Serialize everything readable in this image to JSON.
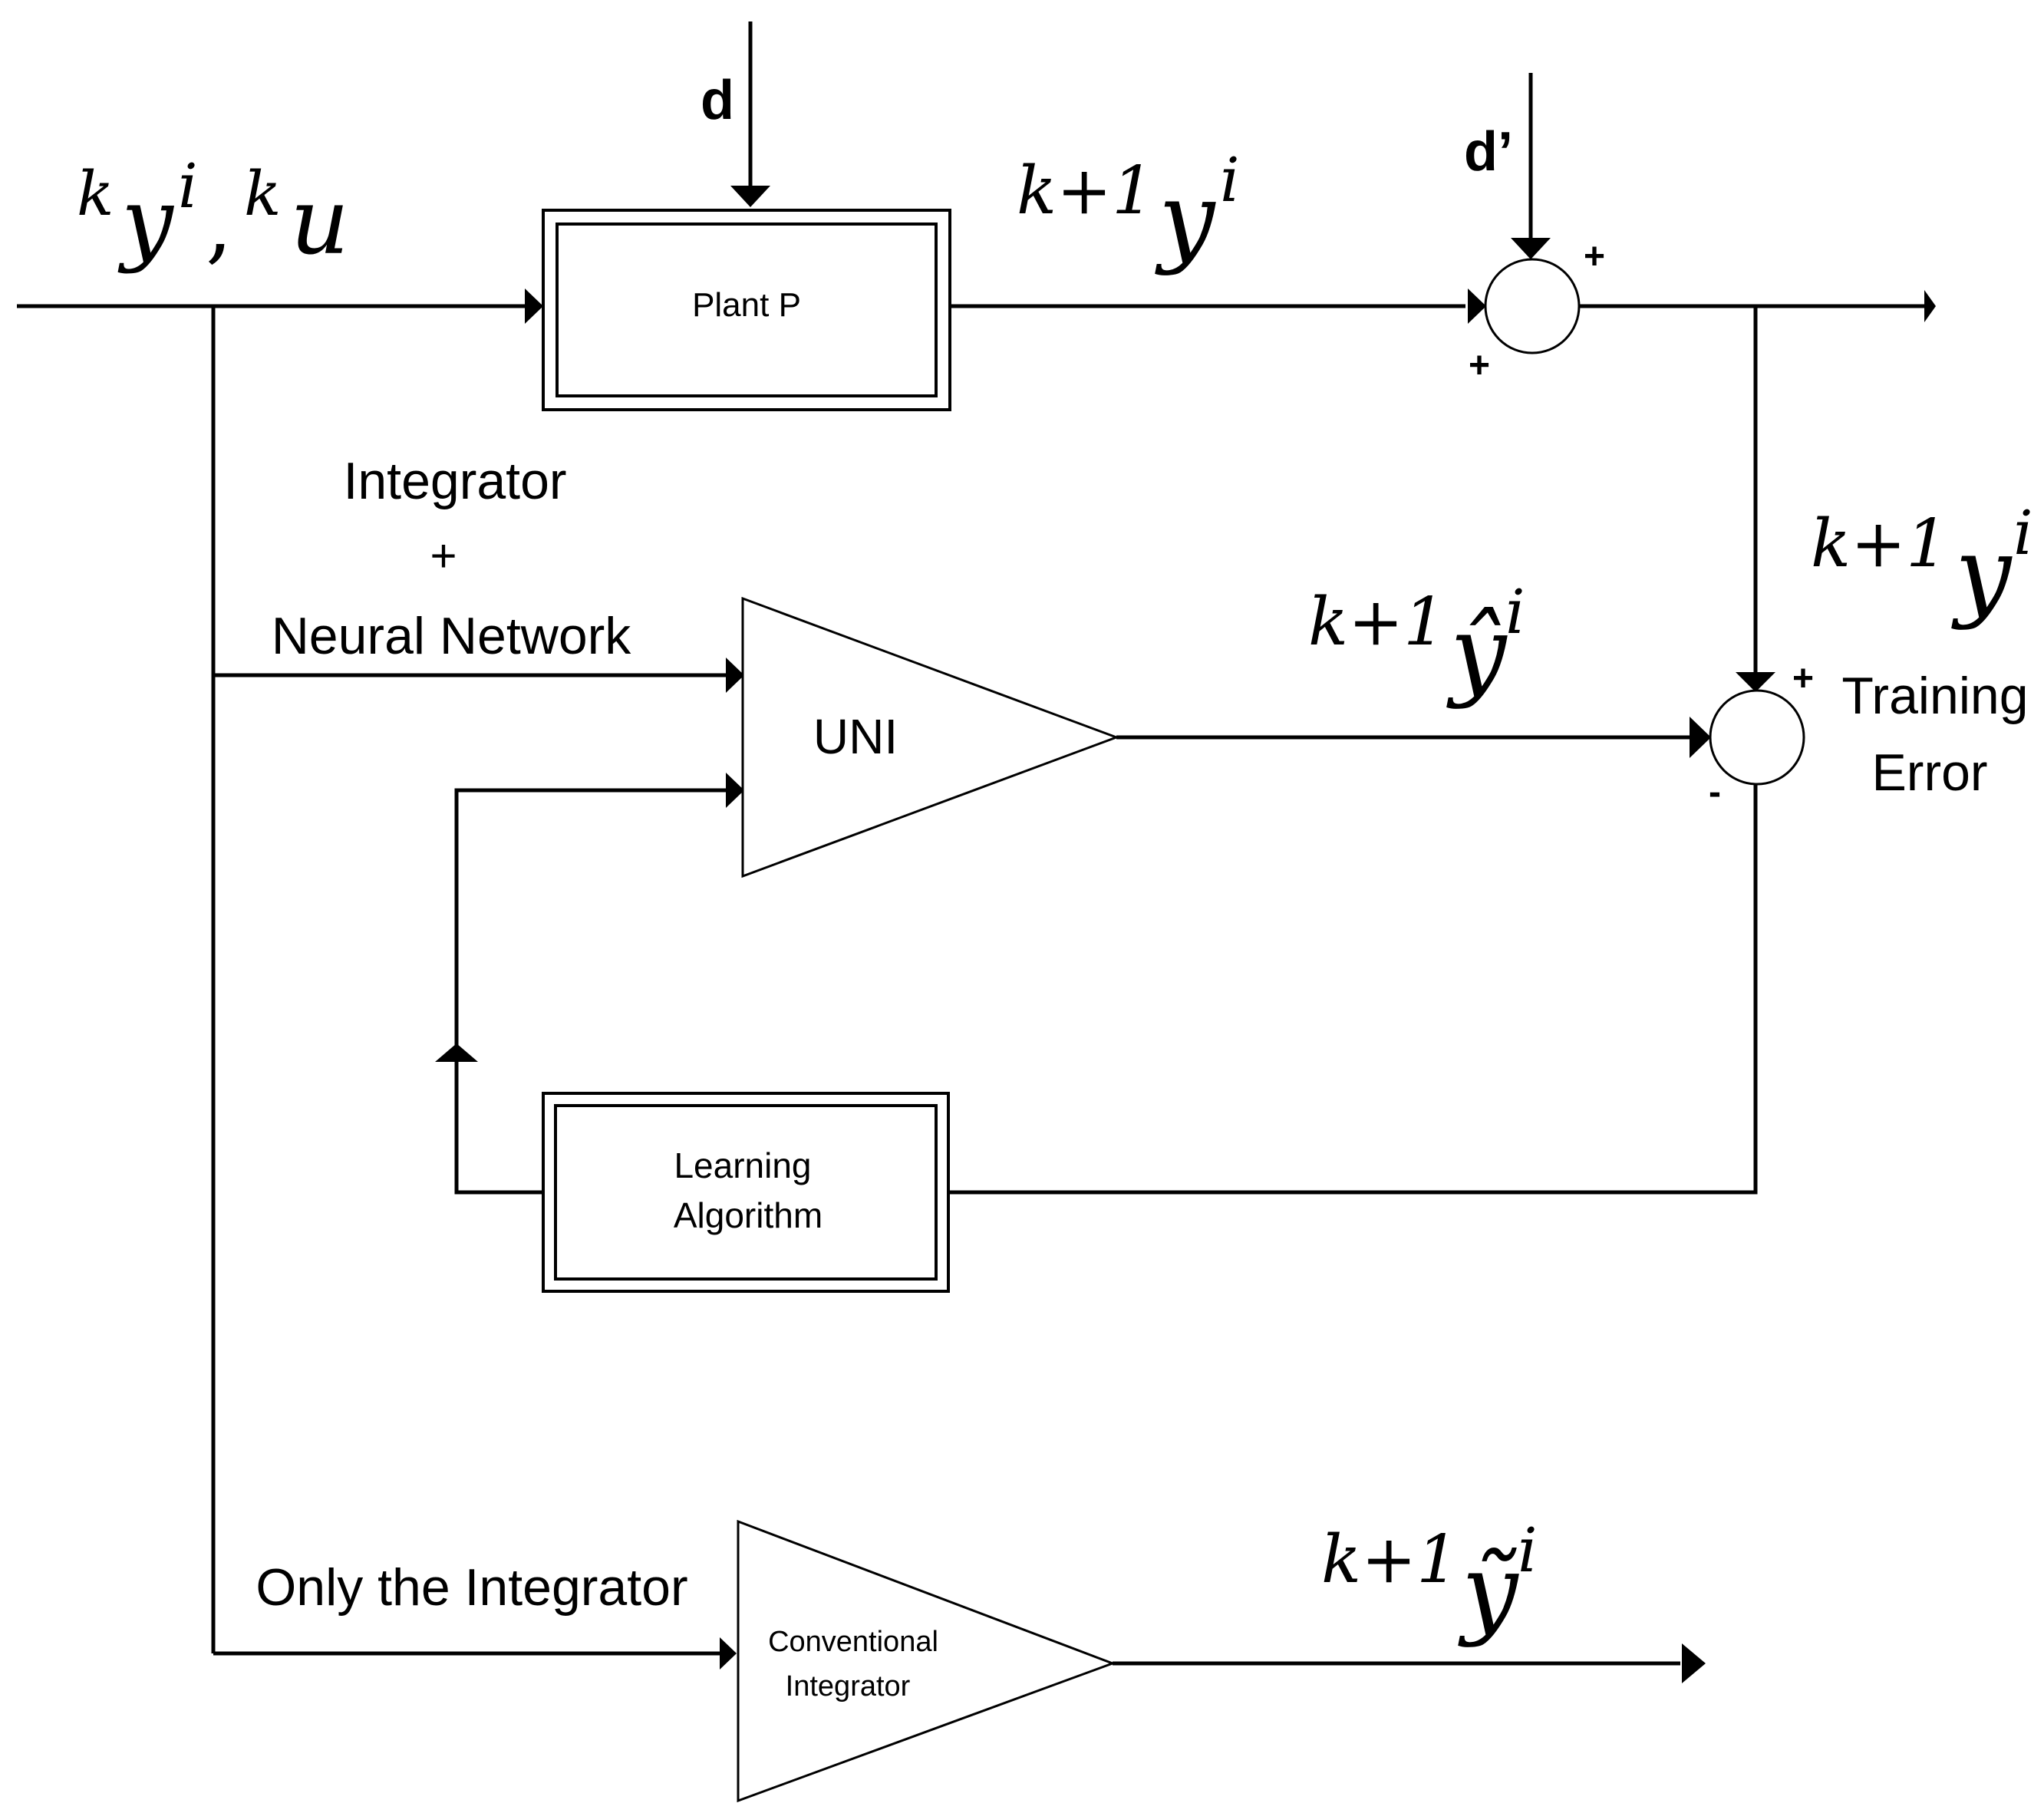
{
  "blocks": {
    "plant": {
      "label": "Plant P"
    },
    "uni": {
      "label": "UNI"
    },
    "learning": {
      "line1": "Learning",
      "line2": "Algorithm"
    },
    "conventional": {
      "line1": "Conventional",
      "line2": "Integrator"
    }
  },
  "disturbances": {
    "d": "d",
    "d_prime": "d’"
  },
  "signs": {
    "sum_top_upper": "+",
    "sum_top_lower": "+",
    "sum_mid_upper": "+",
    "sum_mid_lower": "-"
  },
  "annotations": {
    "integrator": "Integrator",
    "plus": "+",
    "neural_network": "Neural Network",
    "only_integrator": "Only the Integrator",
    "training": "Training",
    "error": "Error"
  },
  "signals": {
    "input": {
      "pre1": "k",
      "var1": "y",
      "sup1": "i",
      "comma": ",",
      "pre2": "k",
      "var2": "u"
    },
    "plant_out": {
      "pre": "k+1",
      "var": "y",
      "sup": "i"
    },
    "measured_out": {
      "pre": "k+1",
      "var": "y",
      "sup": "i"
    },
    "uni_out": {
      "pre": "k+1",
      "var": "ŷ",
      "sup": "i"
    },
    "conv_out": {
      "pre": "k+1",
      "var": "ỹ",
      "sup": "i"
    }
  }
}
